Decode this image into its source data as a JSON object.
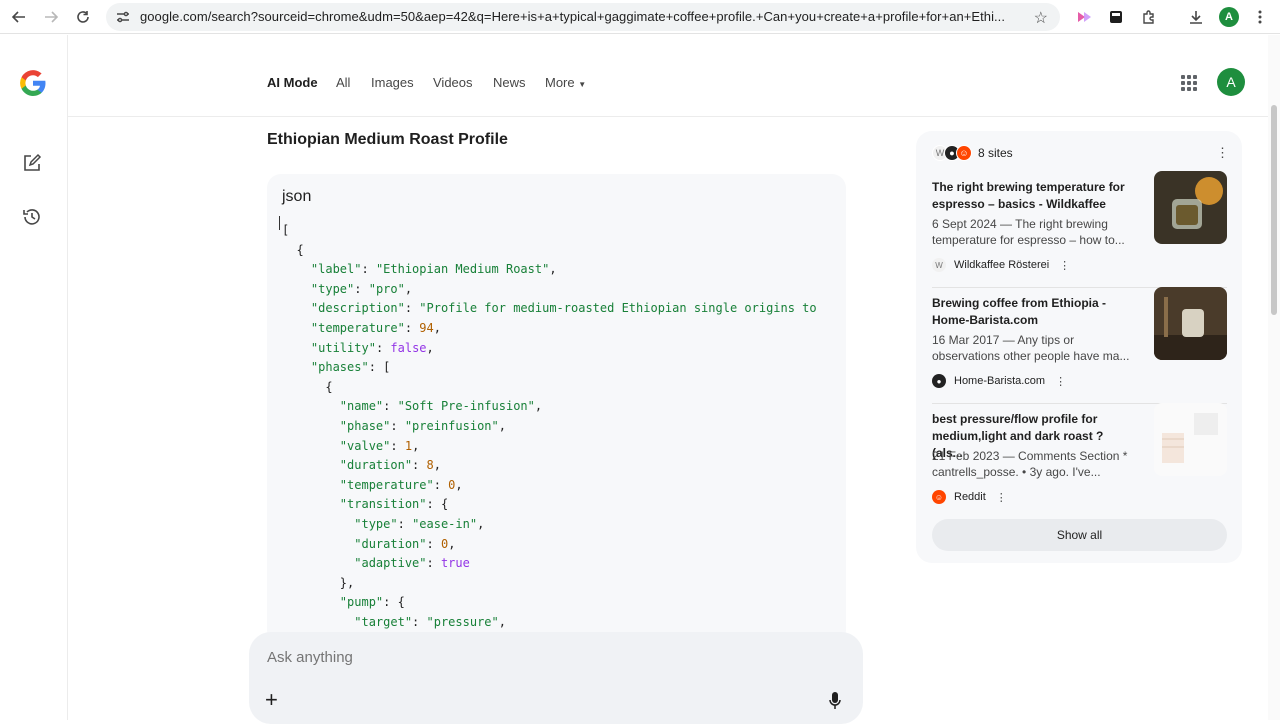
{
  "browser": {
    "url": "google.com/search?sourceid=chrome&udm=50&aep=42&q=Here+is+a+typical+gaggimate+coffee+profile.+Can+you+create+a+profile+for+an+Ethi...",
    "profile_initial": "A"
  },
  "tabs": [
    {
      "label": "AI Mode"
    },
    {
      "label": "All"
    },
    {
      "label": "Images"
    },
    {
      "label": "Videos"
    },
    {
      "label": "News"
    },
    {
      "label": "More"
    }
  ],
  "user_initial": "A",
  "main": {
    "title": "Ethiopian Medium Roast Profile",
    "code_lang": "json",
    "code_lines": [
      "[",
      "  {",
      "    \"label\": \"Ethiopian Medium Roast\",",
      "    \"type\": \"pro\",",
      "    \"description\": \"Profile for medium-roasted Ethiopian single origins to",
      "    \"temperature\": 94,",
      "    \"utility\": false,",
      "    \"phases\": [",
      "      {",
      "        \"name\": \"Soft Pre-infusion\",",
      "        \"phase\": \"preinfusion\",",
      "        \"valve\": 1,",
      "        \"duration\": 8,",
      "        \"temperature\": 0,",
      "        \"transition\": {",
      "          \"type\": \"ease-in\",",
      "          \"duration\": 0,",
      "          \"adaptive\": true",
      "        },",
      "        \"pump\": {",
      "          \"target\": \"pressure\","
    ]
  },
  "ask": {
    "placeholder": "Ask anything"
  },
  "sources": {
    "count_label": "8 sites",
    "items": [
      {
        "title": "The right brewing temperature for espresso – basics - Wildkaffee",
        "snippet": "6 Sept 2024 — The right brewing temperature for espresso – how to...",
        "site": "Wildkaffee Rösterei"
      },
      {
        "title": "Brewing coffee from Ethiopia - Home-Barista.com",
        "snippet": "16 Mar 2017 — Any tips or observations other people have ma...",
        "site": "Home-Barista.com"
      },
      {
        "title": "best pressure/flow profile for medium,light and dark roast ? (als...",
        "snippet": "21 Feb 2023 — Comments Section * cantrells_posse. • 3y ago. I've...",
        "site": "Reddit"
      }
    ],
    "show_all": "Show all"
  },
  "colors": {
    "string": "#188038",
    "number": "#b06000",
    "boolean": "#9334e6",
    "avatar": "#1e8e3e"
  }
}
